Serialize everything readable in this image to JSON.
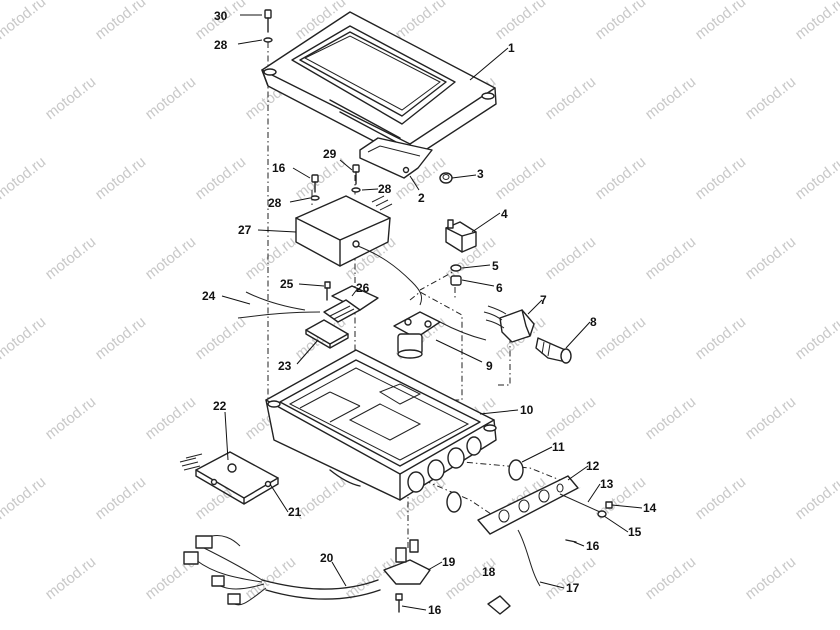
{
  "watermark": "motod.ru",
  "callouts": [
    {
      "id": "c30",
      "label": "30"
    },
    {
      "id": "c28a",
      "label": "28"
    },
    {
      "id": "c1",
      "label": "1"
    },
    {
      "id": "c16a",
      "label": "16"
    },
    {
      "id": "c29",
      "label": "29"
    },
    {
      "id": "c28b",
      "label": "28"
    },
    {
      "id": "c28c",
      "label": "28"
    },
    {
      "id": "c3",
      "label": "3"
    },
    {
      "id": "c2",
      "label": "2"
    },
    {
      "id": "c4",
      "label": "4"
    },
    {
      "id": "c27",
      "label": "27"
    },
    {
      "id": "c5",
      "label": "5"
    },
    {
      "id": "c6",
      "label": "6"
    },
    {
      "id": "c25",
      "label": "25"
    },
    {
      "id": "c26",
      "label": "26"
    },
    {
      "id": "c24",
      "label": "24"
    },
    {
      "id": "c7",
      "label": "7"
    },
    {
      "id": "c8",
      "label": "8"
    },
    {
      "id": "c23",
      "label": "23"
    },
    {
      "id": "c9",
      "label": "9"
    },
    {
      "id": "c10",
      "label": "10"
    },
    {
      "id": "c22",
      "label": "22"
    },
    {
      "id": "c11",
      "label": "11"
    },
    {
      "id": "c12",
      "label": "12"
    },
    {
      "id": "c13",
      "label": "13"
    },
    {
      "id": "c14",
      "label": "14"
    },
    {
      "id": "c15",
      "label": "15"
    },
    {
      "id": "c21",
      "label": "21"
    },
    {
      "id": "c16b",
      "label": "16"
    },
    {
      "id": "c20",
      "label": "20"
    },
    {
      "id": "c19",
      "label": "19"
    },
    {
      "id": "c18",
      "label": "18"
    },
    {
      "id": "c17",
      "label": "17"
    },
    {
      "id": "c16c",
      "label": "16"
    }
  ]
}
